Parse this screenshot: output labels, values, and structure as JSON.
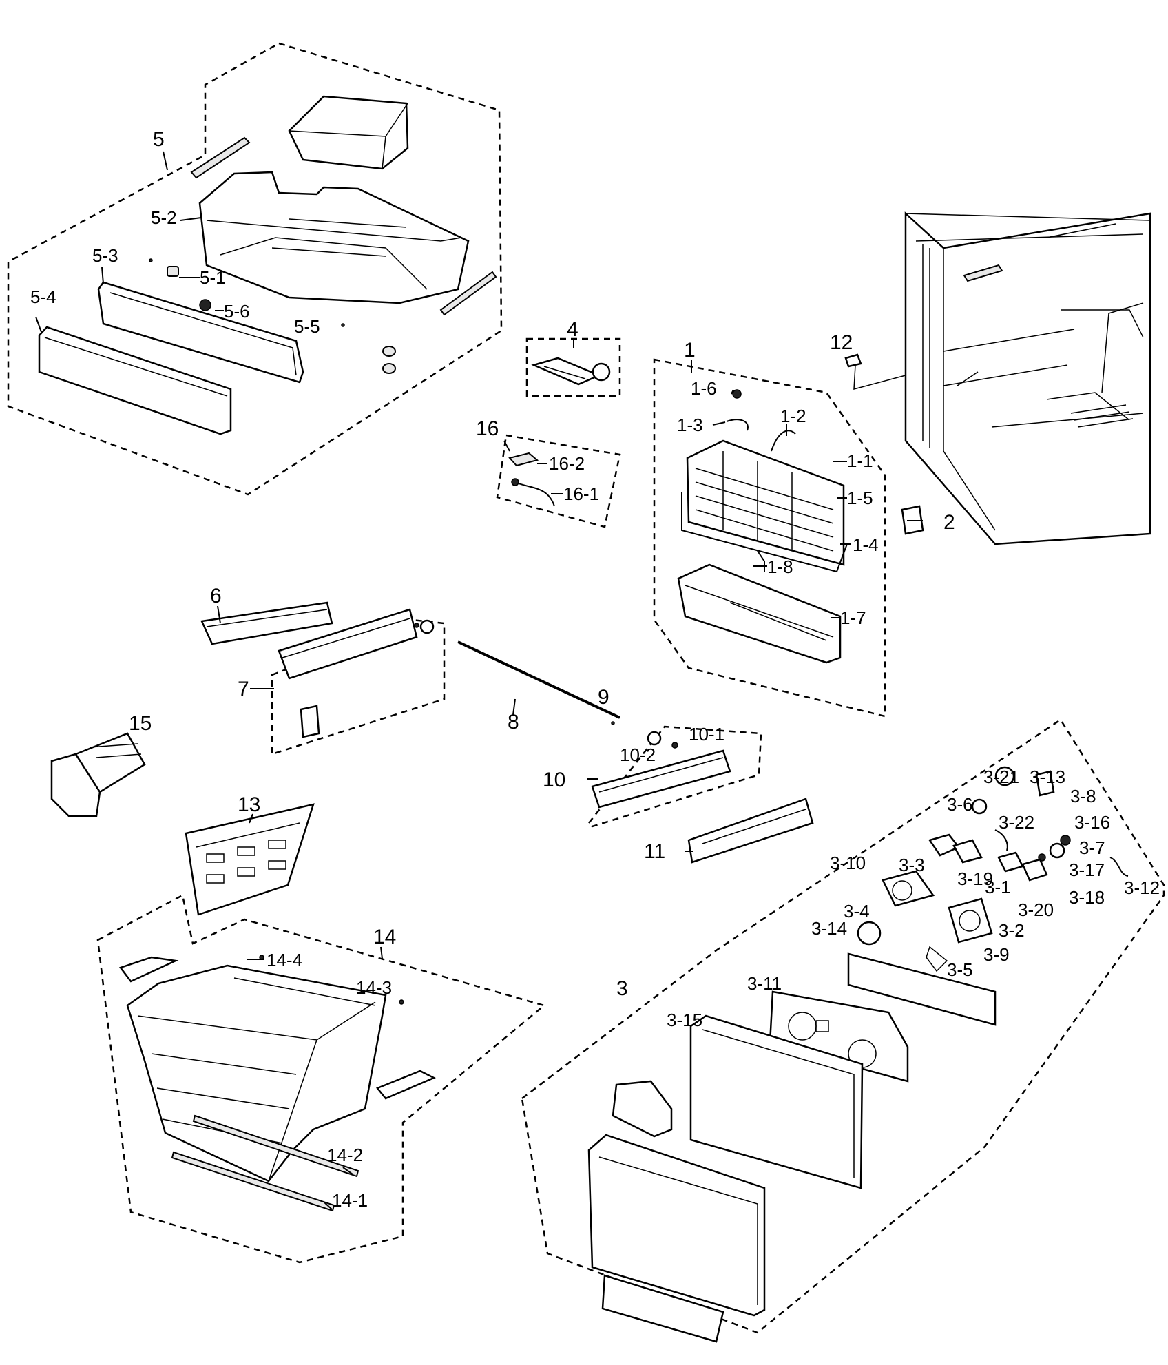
{
  "callouts": {
    "g5": "5",
    "g5_1": "5-1",
    "g5_2": "5-2",
    "g5_3": "5-3",
    "g5_4": "5-4",
    "g5_5": "5-5",
    "g5_6": "5-6",
    "g4": "4",
    "g1": "1",
    "g1_1": "1-1",
    "g1_2": "1-2",
    "g1_3": "1-3",
    "g1_4": "1-4",
    "g1_5": "1-5",
    "g1_6": "1-6",
    "g1_7": "1-7",
    "g1_8": "1-8",
    "g2": "2",
    "g12": "12",
    "g16": "16",
    "g16_1": "16-1",
    "g16_2": "16-2",
    "g6": "6",
    "g7": "7",
    "g8": "8",
    "g9": "9",
    "g10": "10",
    "g10_1": "10-1",
    "g10_2": "10-2",
    "g11": "11",
    "g15": "15",
    "g13": "13",
    "g14": "14",
    "g14_1": "14-1",
    "g14_2": "14-2",
    "g14_3": "14-3",
    "g14_4": "14-4",
    "g3": "3",
    "g3_1": "3-1",
    "g3_2": "3-2",
    "g3_3": "3-3",
    "g3_4": "3-4",
    "g3_5": "3-5",
    "g3_6": "3-6",
    "g3_7": "3-7",
    "g3_8": "3-8",
    "g3_9": "3-9",
    "g3_10": "3-10",
    "g3_11": "3-11",
    "g3_12": "3-12",
    "g3_13": "3-13",
    "g3_14": "3-14",
    "g3_15": "3-15",
    "g3_16": "3-16",
    "g3_17": "3-17",
    "g3_18": "3-18",
    "g3_19": "3-19",
    "g3_20": "3-20",
    "g3_21": "3-21",
    "g3_22": "3-22"
  }
}
